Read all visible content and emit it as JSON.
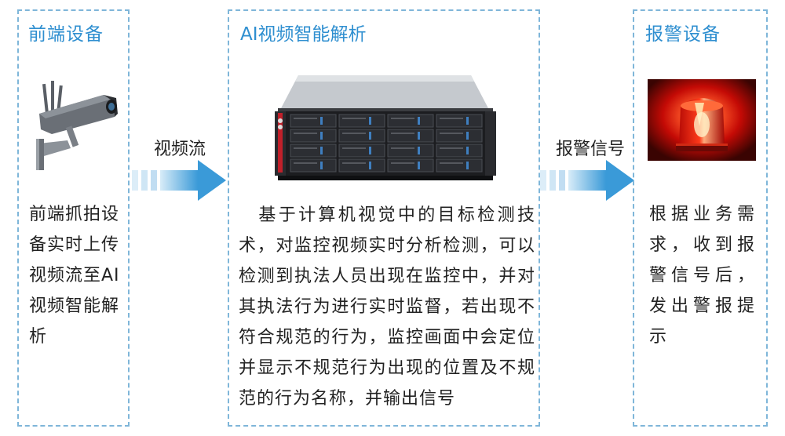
{
  "front_panel": {
    "title": "前端设备",
    "description": "前端抓拍设备实时上传视频流至AI视频智能解析"
  },
  "analysis_panel": {
    "title": "AI视频智能解析",
    "description": "　基于计算机视觉中的目标检测技术，对监控视频实时分析检测，可以检测到执法人员出现在监控中，并对其执法行为进行实时监督，若出现不符合规范的行为，监控画面中会定位并显示不规范行为出现的位置及不规范的行为名称，并输出信号"
  },
  "alarm_panel": {
    "title": "报警设备",
    "description": "根据业务需求，收到报警信号后，发出警报提示"
  },
  "flows": {
    "video_stream_label": "视频流",
    "alarm_signal_label": "报警信号"
  },
  "colors": {
    "title_blue": "#2f8fd0",
    "dashed_border": "#7fb6d9",
    "arrow_blue": "#3a9ad8",
    "beacon_red": "#e8140c"
  },
  "icons": {
    "camera": "security-camera-icon",
    "server": "rack-server-icon",
    "alarm": "alarm-beacon-icon",
    "arrow": "right-arrow-icon"
  }
}
